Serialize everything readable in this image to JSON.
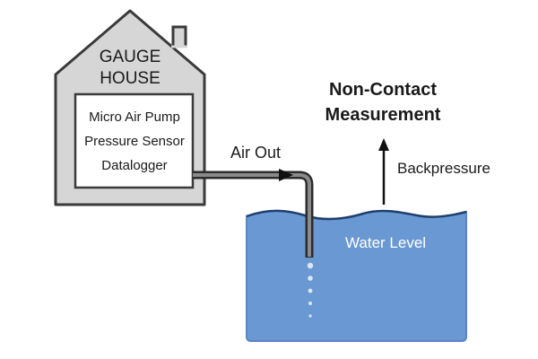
{
  "house": {
    "title_line1": "GAUGE",
    "title_line2": "HOUSE",
    "components": [
      "Micro Air Pump",
      "Pressure Sensor",
      "Datalogger"
    ]
  },
  "labels": {
    "air_out": "Air Out",
    "measurement_line1": "Non-Contact",
    "measurement_line2": "Measurement",
    "backpressure": "Backpressure",
    "water_level": "Water Level"
  },
  "colors": {
    "house_fill": "#d6d6d6",
    "house_stroke": "#3a3a3a",
    "water_fill": "#6a98d3",
    "water_text": "#ffffff",
    "bubble": "#dbe7f6",
    "tube": "#4a4a4a"
  }
}
